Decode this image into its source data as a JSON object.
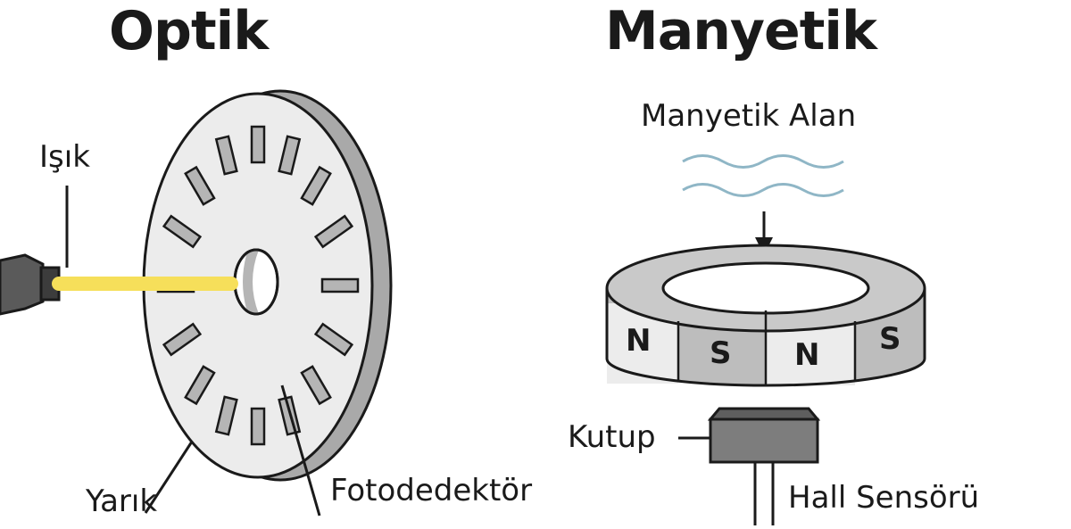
{
  "optical": {
    "title": "Optik",
    "labels": {
      "light": "Işık",
      "slot": "Yarık",
      "photodetector": "Fotodedektör"
    },
    "slot_count": 16
  },
  "magnetic": {
    "title": "Manyetik",
    "field_label": "Manyetik Alan",
    "poles": [
      "N",
      "S",
      "N",
      "S"
    ],
    "labels": {
      "pole": "Kutup",
      "hall_sensor": "Hall Sensörü"
    }
  },
  "colors": {
    "ink": "#1a1a1a",
    "disk_face": "#ececec",
    "disk_edge": "#a9a9a9",
    "slot": "#b5b5b5",
    "light_beam": "#f6df5a",
    "wave": "#8fb6c6",
    "ring_top": "#c9c9c9",
    "pole_light": "#ececec",
    "pole_dark": "#bdbdbd",
    "sensor": "#7d7d7d"
  }
}
